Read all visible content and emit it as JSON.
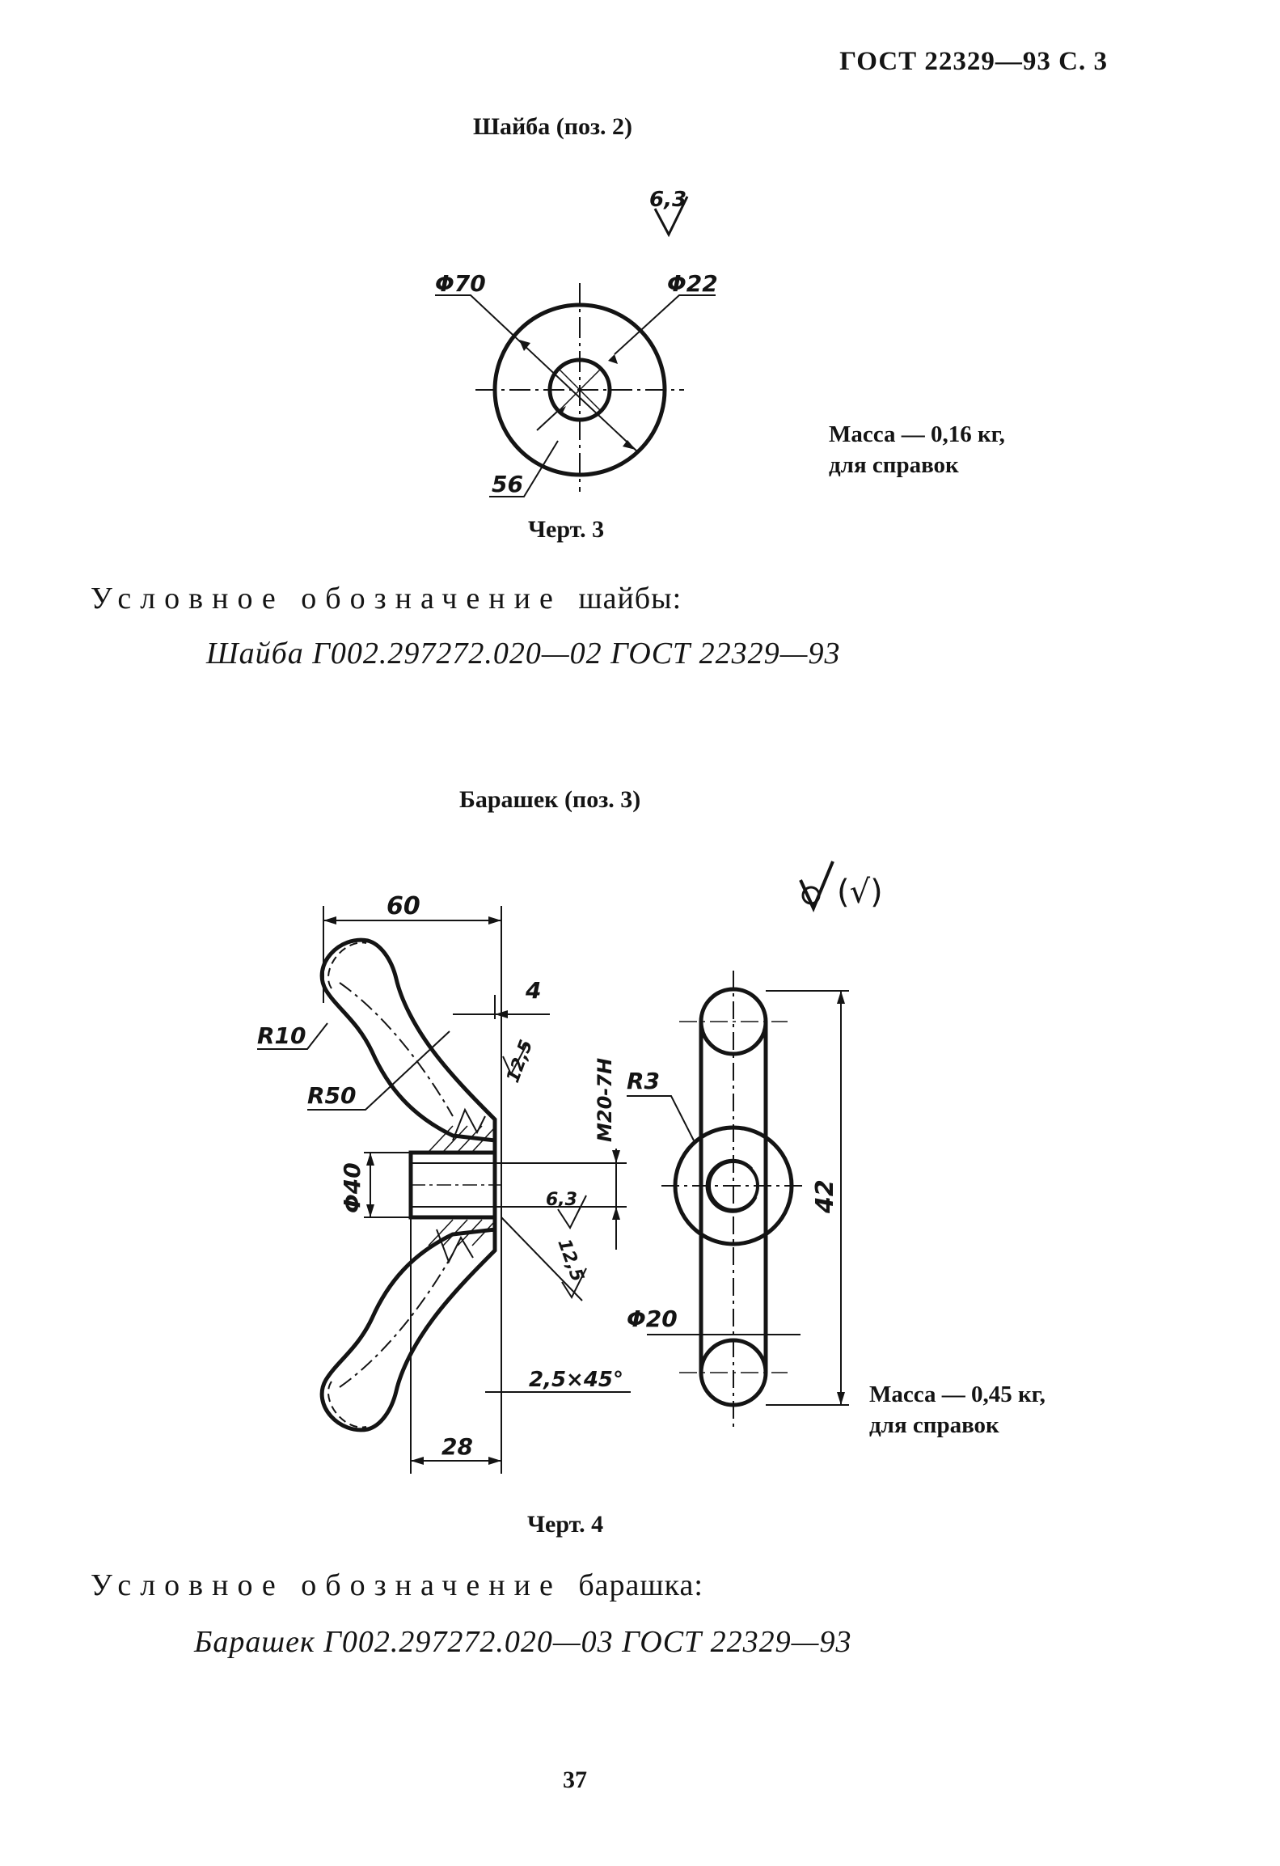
{
  "header": {
    "text": "ГОСТ 22329—93 С. 3"
  },
  "washer": {
    "title": "Шайба (поз. 2)",
    "roughness": "6,3",
    "dims": {
      "outer": "Φ70",
      "inner": "Φ22",
      "width": "56"
    },
    "mass_line1": "Масса — 0,16 кг,",
    "mass_line2": "для справок",
    "figure_caption": "Черт. 3",
    "designation_label": "Условное обозначение",
    "designation_label_tail": "шайбы:",
    "designation_code": "Шайба Г002.297272.020—02 ГОСТ 22329—93"
  },
  "wingnut": {
    "title": "Барашек (поз. 3)",
    "roughness_general": "(√)",
    "dims": {
      "width": "60",
      "flange": "4",
      "r_small": "R10",
      "r_large": "R50",
      "roughness_a": "12,5",
      "thread": "M20-7H",
      "diam_hub": "Φ40",
      "roughness_b": "6,3",
      "roughness_c": "12,5",
      "chamfer": "2,5×45°",
      "hub_len": "28",
      "r_fillet": "R3",
      "height": "42",
      "diam_end": "Φ20"
    },
    "mass_line1": "Масса — 0,45 кг,",
    "mass_line2": "для справок",
    "figure_caption": "Черт. 4",
    "designation_label": "Условное обозначение",
    "designation_label_tail": "барашка:",
    "designation_code": "Барашек Г002.297272.020—03 ГОСТ 22329—93"
  },
  "page_number": "37"
}
